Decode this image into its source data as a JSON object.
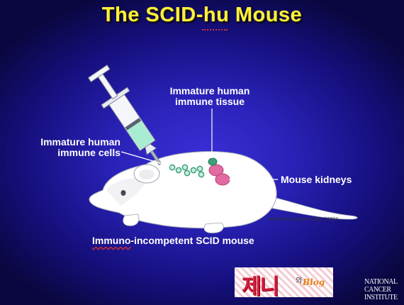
{
  "title": {
    "main": "The SCID-hu Mouse"
  },
  "labels": {
    "immune_tissue": [
      "Immature human",
      "immune tissue"
    ],
    "immune_cells": [
      "Immature human",
      "immune cells"
    ],
    "kidneys": "Mouse kidneys",
    "mouse_caption_underlined": "Immuno",
    "mouse_caption_rest": "-incompetent SCID mouse",
    "credit": "Artwork by Jeanne Kelly. ©2004."
  },
  "blog": {
    "hangul": "제니",
    "small": "의",
    "word": "Blog"
  },
  "institute": [
    "NATIONAL",
    "CANCER",
    "INSTITUTE"
  ],
  "colors": {
    "background": "#2a22b8",
    "title": "#fff23a",
    "mouse_body": "#ffffff",
    "cells": "#3fa07a",
    "kidneys": "#e26aa0",
    "syringe_fluid": "#a8ecd2"
  }
}
